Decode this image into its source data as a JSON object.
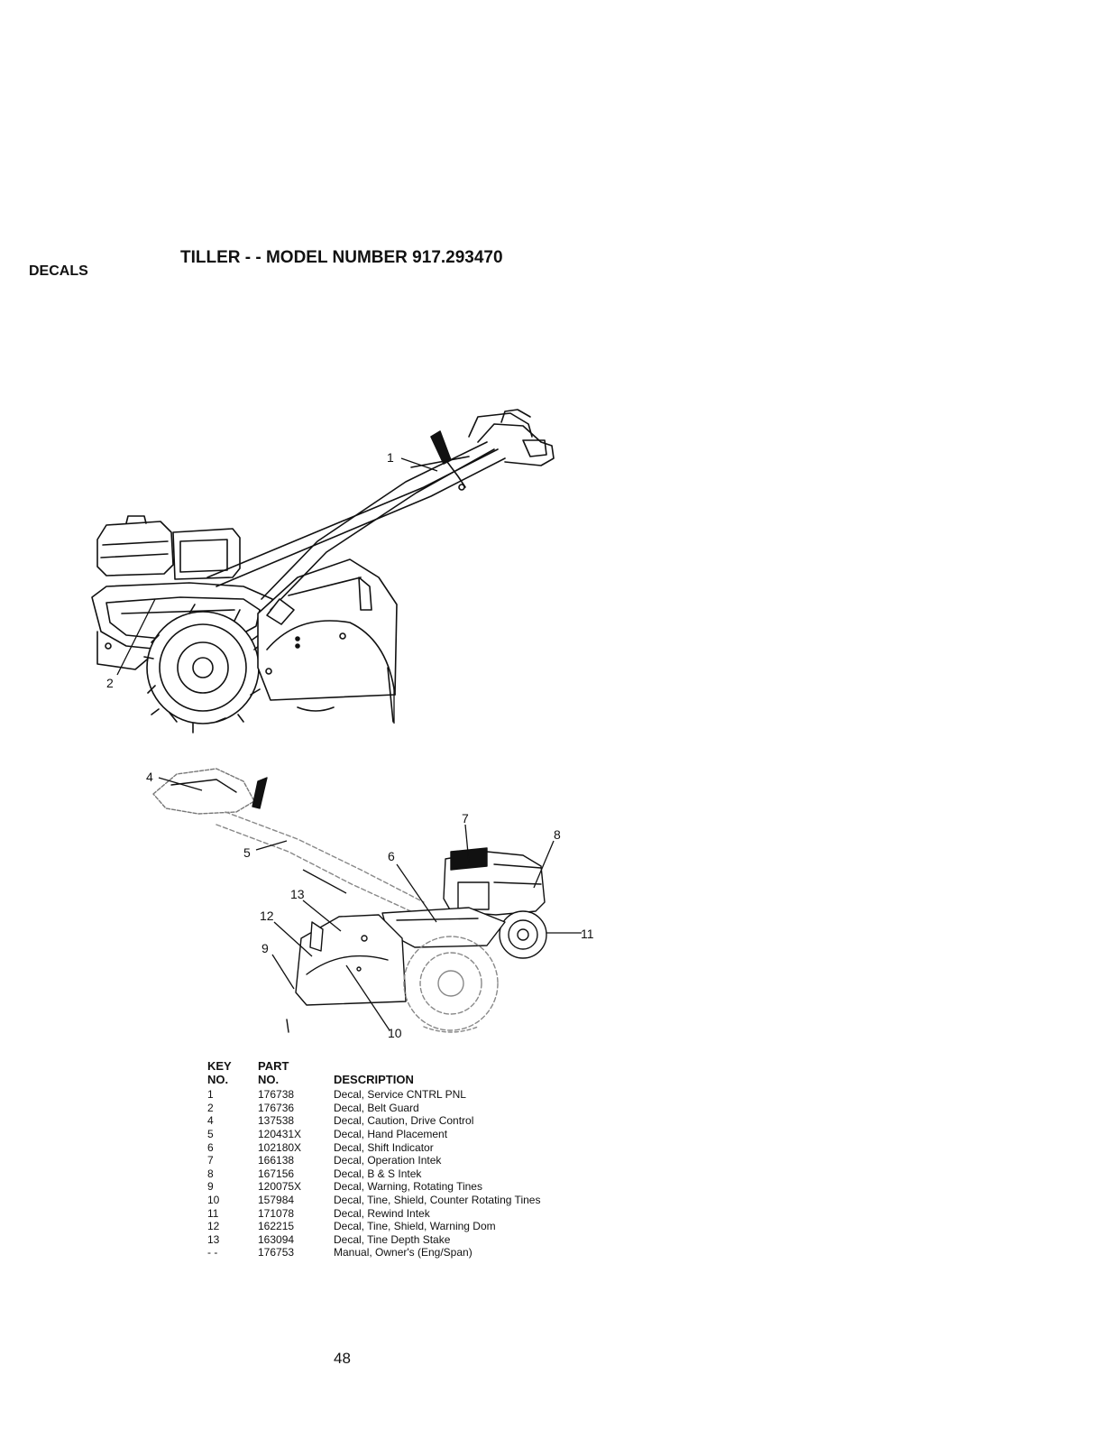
{
  "header": {
    "title": "TILLER - - MODEL NUMBER 917.293470",
    "section": "DECALS"
  },
  "diagram_top": {
    "callouts": [
      {
        "label": "1"
      },
      {
        "label": "2"
      }
    ]
  },
  "diagram_bottom": {
    "callouts": [
      {
        "label": "4"
      },
      {
        "label": "5"
      },
      {
        "label": "6"
      },
      {
        "label": "7"
      },
      {
        "label": "8"
      },
      {
        "label": "9"
      },
      {
        "label": "10"
      },
      {
        "label": "11"
      },
      {
        "label": "12"
      },
      {
        "label": "13"
      }
    ]
  },
  "parts_table": {
    "headers": {
      "key_top": "KEY",
      "key_bottom": "NO.",
      "part_top": "PART",
      "part_bottom": "NO.",
      "description": "DESCRIPTION"
    },
    "rows": [
      {
        "key": "1",
        "part": "176738",
        "desc": "Decal, Service CNTRL PNL"
      },
      {
        "key": "2",
        "part": "176736",
        "desc": "Decal, Belt Guard"
      },
      {
        "key": "4",
        "part": "137538",
        "desc": "Decal, Caution, Drive Control"
      },
      {
        "key": "5",
        "part": "120431X",
        "desc": "Decal, Hand Placement"
      },
      {
        "key": "6",
        "part": "102180X",
        "desc": "Decal, Shift Indicator"
      },
      {
        "key": "7",
        "part": "166138",
        "desc": "Decal, Operation Intek"
      },
      {
        "key": "8",
        "part": "167156",
        "desc": "Decal, B & S Intek"
      },
      {
        "key": "9",
        "part": "120075X",
        "desc": "Decal, Warning, Rotating Tines"
      },
      {
        "key": "10",
        "part": "157984",
        "desc": "Decal, Tine, Shield, Counter Rotating Tines"
      },
      {
        "key": "11",
        "part": "171078",
        "desc": "Decal, Rewind Intek"
      },
      {
        "key": "12",
        "part": "162215",
        "desc": "Decal, Tine, Shield, Warning Dom"
      },
      {
        "key": "13",
        "part": "163094",
        "desc": "Decal, Tine Depth Stake"
      },
      {
        "key": "- -",
        "part": "176753",
        "desc": "Manual, Owner's (Eng/Span)"
      }
    ]
  },
  "footer": {
    "page_number": "48"
  }
}
